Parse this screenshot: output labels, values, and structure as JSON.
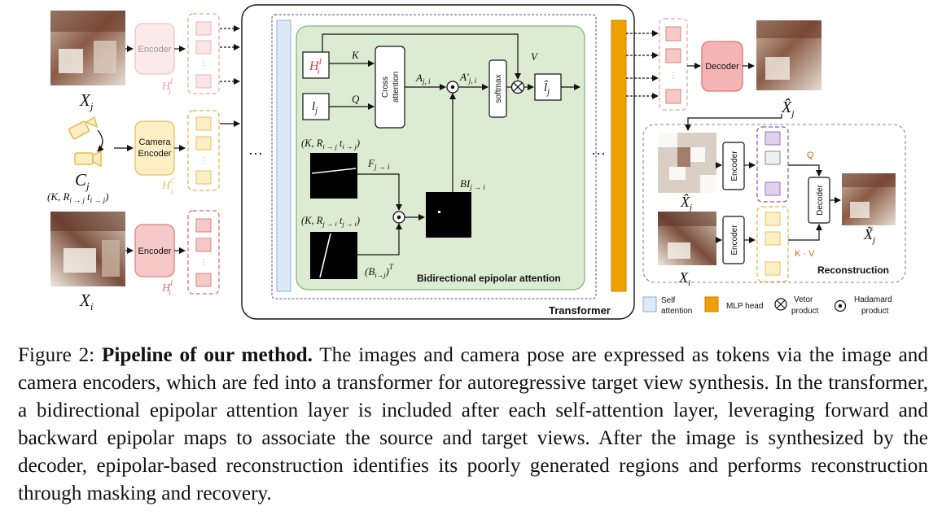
{
  "figure": {
    "left": {
      "xj": {
        "main": "X",
        "sub": "j"
      },
      "cj": {
        "main": "C",
        "sub": "j"
      },
      "xi": {
        "main": "X",
        "sub": "i"
      },
      "pose_label": "(K, R",
      "pose_sub": "i → j",
      "pose_t": "t",
      "pose_t_sub": "i → j",
      "pose_close": ")",
      "encoder_top": "Encoder",
      "camera_encoder_l1": "Camera",
      "camera_encoder_l2": "Encoder",
      "encoder_bottom": "Encoder",
      "hj": {
        "main": "H",
        "sup": "I",
        "sub": "j"
      },
      "hjc": {
        "main": "H",
        "sup": "C",
        "sub": "j"
      },
      "hi": {
        "main": "H",
        "sup": "I",
        "sub": "i"
      }
    },
    "attention": {
      "hi": {
        "main": "H",
        "sup": "I",
        "sub": "i"
      },
      "lj": {
        "main": "l",
        "sub": "j"
      },
      "k": "K",
      "q": "Q",
      "v": "V",
      "cross_attention_l1": "Cross",
      "cross_attention_l2": "attention",
      "a": {
        "main": "A",
        "sub": "j, i"
      },
      "a_prime": {
        "main": "A′",
        "sub": "j, i"
      },
      "softmax": "softmax",
      "lhat": {
        "main": "l̂",
        "sub": "j"
      },
      "pose1": {
        "pre": "(K, R",
        "sub1": "i → j",
        "t": "t",
        "sub2": "i → j",
        "post": ")"
      },
      "pose2": {
        "pre": "(K, R",
        "sub1": "j → i",
        "t": "t",
        "sub2": "j → i",
        "post": ")"
      },
      "f": {
        "main": "F",
        "sub": "j → i"
      },
      "bi": {
        "main": "BI",
        "sub": "j → i"
      },
      "bt": {
        "main": "(B",
        "sub": "i→j",
        "post": ")",
        "sup": "T"
      },
      "title": "Bidirectional epipolar attention"
    },
    "transformer_label": "Transformer",
    "ellipsis": "…",
    "right": {
      "decoder": "Decoder",
      "xhat_j": {
        "main": "X̂",
        "sub": "j"
      },
      "recon": {
        "encoder1": "Encoder",
        "encoder2": "Encoder",
        "decoder": "Decoder",
        "q": "Q",
        "kv": "K · V",
        "xhat_j": {
          "main": "X̂",
          "sub": "j"
        },
        "xi": {
          "main": "X",
          "sub": "i"
        },
        "xtilde_j": {
          "main": "X̃",
          "sub": "j"
        },
        "title": "Reconstruction"
      }
    },
    "legend": {
      "self_attention_l1": "Self",
      "self_attention_l2": "attention",
      "mlp_head": "MLP head",
      "vector_l1": "Vetor",
      "vector_l2": "product",
      "hadamard_l1": "Hadamard",
      "hadamard_l2": "product"
    },
    "colors": {
      "encoder_pink": "#f9e0e0",
      "encoder_pink_border": "#e8a0a0",
      "camera_yellow": "#fdefc4",
      "camera_yellow_border": "#e8c060",
      "green_panel": "#dcebd2",
      "green_border": "#7cb87a",
      "self_attention_blue": "#dde9f7",
      "mlp_orange": "#f0a000",
      "decoder_red": "#f6b5b5",
      "purple_token": "#e0d0ea"
    }
  },
  "caption": {
    "prefix": "Figure 2: ",
    "title": "Pipeline of our method.",
    "body": " The images and camera pose are expressed as tokens via the image and camera encoders, which are fed into a transformer for autoregressive target view synthesis. In the transformer, a bidirectional epipolar attention layer is included after each self-attention layer, leveraging forward and backward epipolar maps to associate the source and target views. After the image is synthesized by the decoder, epipolar-based reconstruction identifies its poorly generated regions and performs reconstruction through masking and recovery."
  }
}
